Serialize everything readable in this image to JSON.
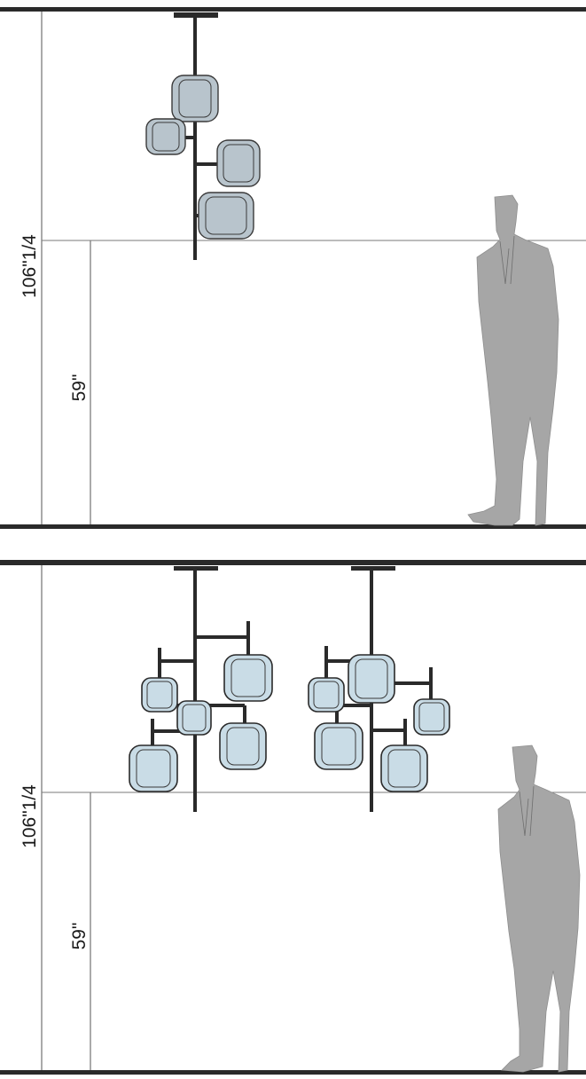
{
  "panels": [
    {
      "id": "single-column",
      "ceiling_height_label": "106\"1/4",
      "hang_height_label": "59\""
    },
    {
      "id": "double-column",
      "ceiling_height_label": "106\"1/4",
      "hang_height_label": "59\""
    }
  ],
  "colors": {
    "structure": "#2a2a2a",
    "glass": "#c9dce6",
    "figure": "#a6a6a6",
    "guide_line": "#7a7a7a"
  }
}
